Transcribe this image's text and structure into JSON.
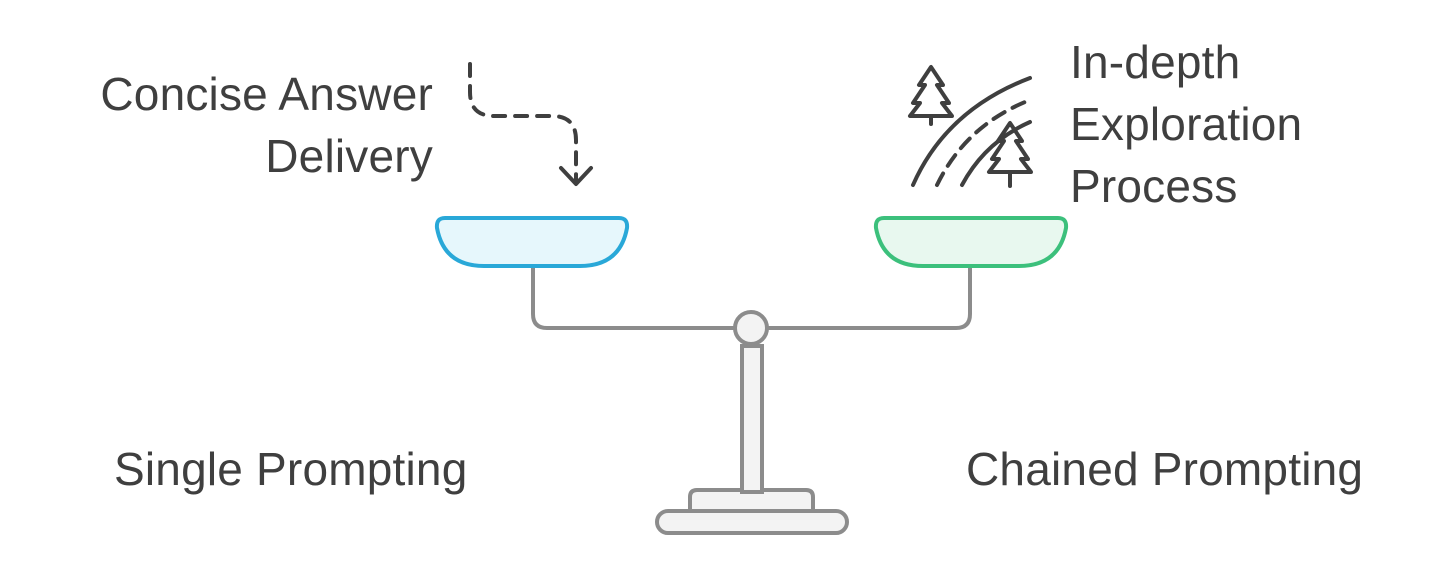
{
  "left_option": {
    "benefit_lines": [
      "Concise Answer",
      "Delivery"
    ],
    "name": "Single Prompting",
    "pan_stroke": "#29a8d8",
    "pan_fill": "#e6f7fc"
  },
  "right_option": {
    "benefit_lines": [
      "In-depth",
      "Exploration",
      "Process"
    ],
    "name": "Chained Prompting",
    "pan_stroke": "#3cc07c",
    "pan_fill": "#e8f8ef"
  },
  "icons": {
    "left": "dashed-arrow-down-icon",
    "right": "path-with-trees-icon"
  },
  "colors": {
    "text": "#3f3f3f",
    "scale_stroke": "#8c8c8c",
    "scale_fill": "#f3f3f3"
  }
}
